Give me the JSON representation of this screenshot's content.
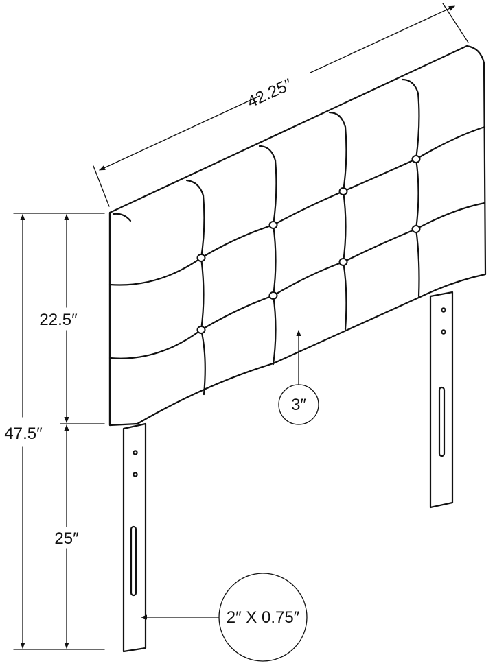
{
  "diagram": {
    "dimensions": {
      "width": "42.25″",
      "total_height": "47.5″",
      "panel_height": "22.5″",
      "leg_height": "25″"
    },
    "callouts": {
      "thickness": "3″",
      "leg_size": "2″ X 0.75″"
    }
  }
}
